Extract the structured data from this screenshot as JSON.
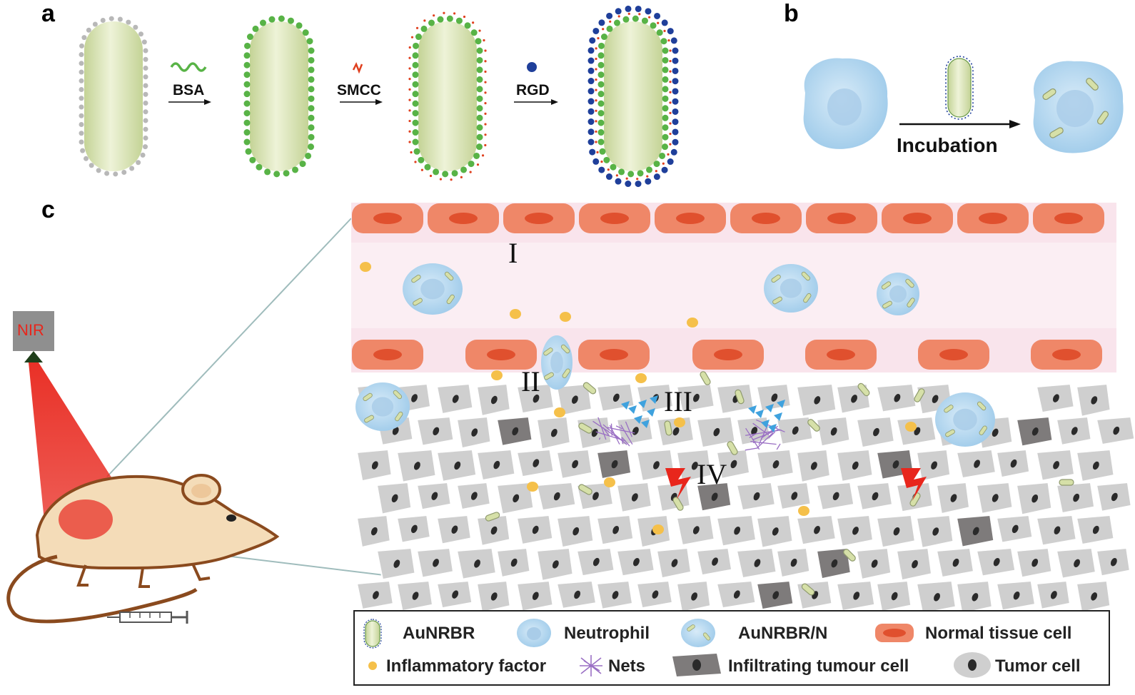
{
  "panels": {
    "a": {
      "letter": "a",
      "steps": [
        {
          "label": "BSA"
        },
        {
          "label": "SMCC"
        },
        {
          "label": "RGD"
        }
      ]
    },
    "b": {
      "letter": "b",
      "arrow_label": "Incubation"
    },
    "c": {
      "letter": "c",
      "device_label": "NIR",
      "stages": [
        "I",
        "II",
        "III",
        "IV"
      ]
    }
  },
  "legend": {
    "row1": [
      "AuNRBR",
      "Neutrophil",
      "AuNRBR/N",
      "Normal tissue cell"
    ],
    "row2": [
      "Inflammatory factor",
      "Nets",
      "Infiltrating tumour cell",
      "Tumor cell"
    ]
  },
  "colors": {
    "rod_fill": "#dde6b8",
    "bsa_dot": "#58b346",
    "bare_dot": "#b8b8b8",
    "smcc_linker": "#e0401f",
    "rgd_dot": "#1f3f9a",
    "neutrophil": "#b6d7ef",
    "normal_cell": "#ef8768",
    "vessel": "#f7dde6",
    "tumor_cell": "#cfcfcf",
    "infiltrating_cell": "#7e7b7b",
    "inflammatory_factor": "#f5c04a",
    "nets": "#9a6fc4",
    "laser": "#e8261c"
  },
  "icons": [
    "mouse-icon",
    "syringe-icon",
    "nir-laser-icon",
    "lightning-icon"
  ]
}
